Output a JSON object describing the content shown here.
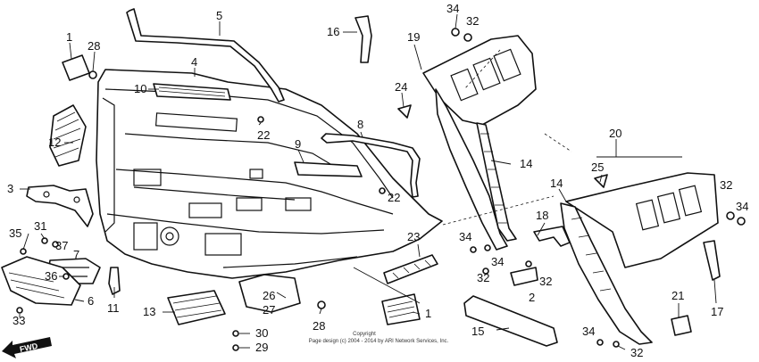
{
  "diagram": {
    "callouts": [
      "1",
      "28",
      "5",
      "4",
      "10",
      "16",
      "34",
      "32",
      "19",
      "24",
      "12",
      "22",
      "8",
      "9",
      "3",
      "22",
      "14",
      "20",
      "25",
      "14",
      "32",
      "34",
      "35",
      "31",
      "37",
      "7",
      "18",
      "34",
      "23",
      "34",
      "36",
      "11",
      "32",
      "2",
      "32",
      "6",
      "26",
      "27",
      "33",
      "13",
      "28",
      "1",
      "21",
      "17",
      "30",
      "15",
      "34",
      "29",
      "32"
    ],
    "direction_label": "FWD",
    "copyright_line1": "Copyright",
    "copyright_line2": "Page design (c) 2004 - 2014 by ARI Network Services, Inc."
  }
}
